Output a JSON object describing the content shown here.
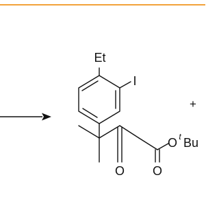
{
  "colors": {
    "accent_rule": "#f2a23a",
    "ink": "#111111"
  },
  "molecule": {
    "substituent_top": "Et",
    "substituent_ring": "I",
    "ketone_oxygen": "O",
    "ester_carbonyl_oxygen": "O",
    "ester_ether_oxygen": "O",
    "tert_prefix": "t",
    "butyl": "Bu"
  },
  "plus_sign": "+"
}
